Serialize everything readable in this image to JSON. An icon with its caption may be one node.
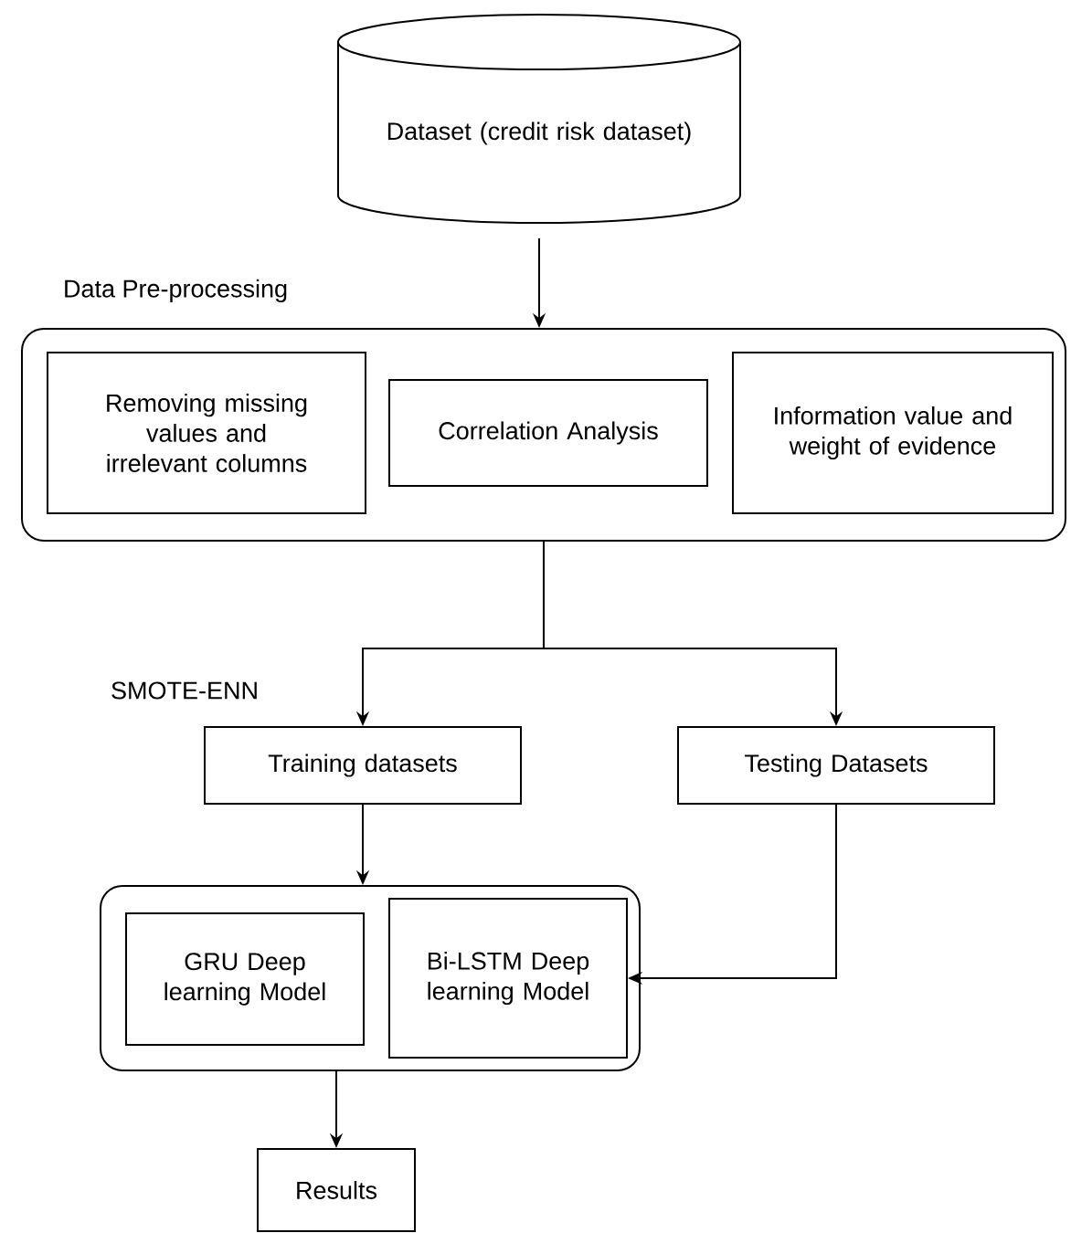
{
  "diagram": {
    "nodes": [
      {
        "text": [
          "Dataset (credit risk dataset)"
        ]
      },
      {
        "text": [
          "Data Pre-processing"
        ]
      },
      {
        "text": [
          "Removing missing values and irrelevant columns"
        ],
        "in": 1
      },
      {
        "text": [
          "Correlation Analysis"
        ],
        "in": 1
      },
      {
        "text": [
          "Information value and weight of evidence"
        ],
        "in": 1
      },
      {
        "text": [
          "Training datasets"
        ]
      },
      {
        "text": [
          "Testing Datasets"
        ]
      },
      {
        "text": [],
        "shape": "box"
      },
      {
        "text": [
          "GRU Deep learning Model"
        ],
        "in": 7
      },
      {
        "text": [
          "Bi-LSTM Deep learning Model"
        ],
        "in": 7
      },
      {
        "text": [
          "Results"
        ]
      }
    ],
    "edges": [
      {
        "from": 0,
        "to": 1,
        "arrow": "to"
      },
      {
        "from": 1,
        "to": 5,
        "arrow": "to"
      },
      {
        "from": 1,
        "to": 6,
        "arrow": "to"
      },
      {
        "from": 5,
        "to": 7,
        "arrow": "to"
      },
      {
        "from": 6,
        "to": 9,
        "arrow": "to"
      },
      {
        "from": 7,
        "to": 10,
        "arrow": "to"
      }
    ],
    "labels": [
      "SMOTE-ENN"
    ]
  }
}
